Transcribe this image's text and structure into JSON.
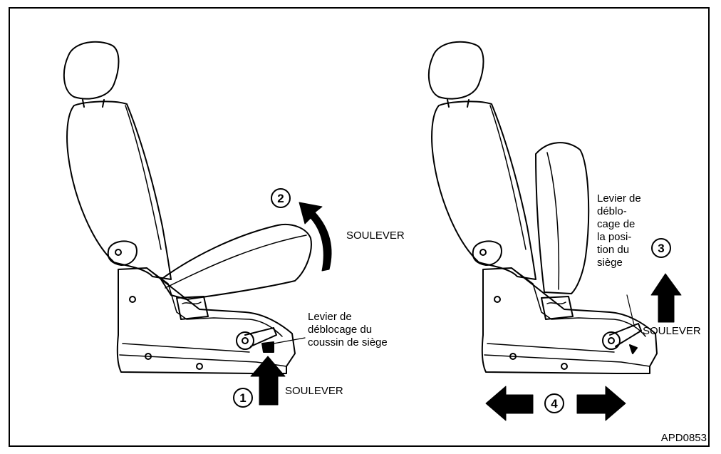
{
  "labels": {
    "lift_step1": "SOULEVER",
    "lift_step2": "SOULEVER",
    "lift_step3": "SOULEVER",
    "cushion_lever": [
      "Levier de",
      "déblocage du",
      "coussin de siège"
    ],
    "position_lever": [
      "Levier de",
      "déblo-",
      "cage de",
      "la posi-",
      "tion du",
      "siège"
    ]
  },
  "steps": [
    "1",
    "2",
    "3",
    "4"
  ],
  "reference": "APD0853"
}
